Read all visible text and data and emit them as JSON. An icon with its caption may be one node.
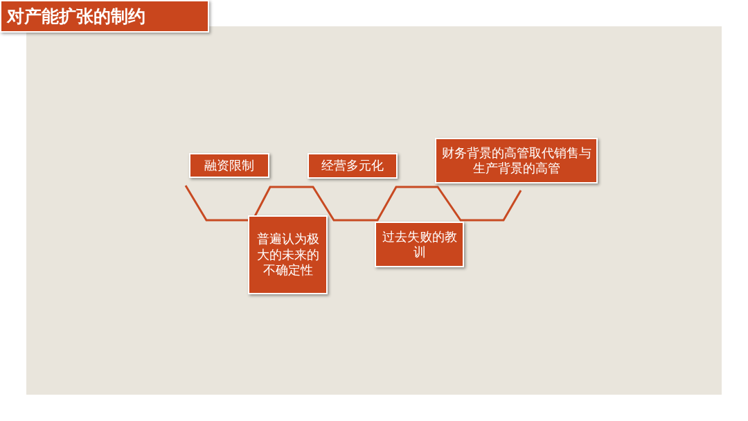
{
  "diagram": {
    "title": "对产能扩张的制约",
    "nodes": [
      {
        "text": [
          "融资限制"
        ]
      },
      {
        "text": [
          "普遍认为极大的未来的不确定性"
        ]
      },
      {
        "text": [
          "经营多元化"
        ]
      },
      {
        "text": [
          "过去失败的教训"
        ]
      },
      {
        "text": [
          "财务背景的高管取代销售与生产背景的高管"
        ]
      }
    ]
  }
}
